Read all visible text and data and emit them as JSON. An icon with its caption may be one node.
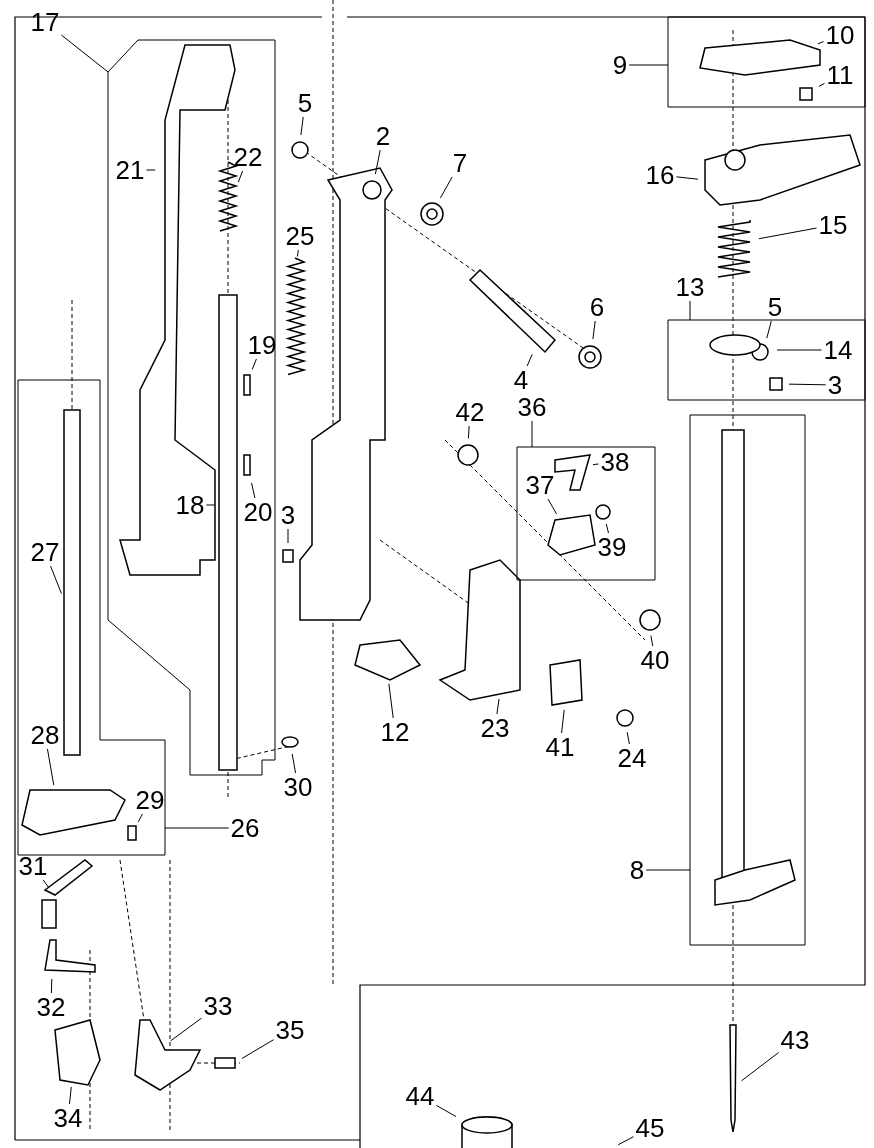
{
  "diagram": {
    "nodes": [
      {
        "text": [
          "17"
        ]
      },
      {
        "text": [],
        "shape": "box"
      },
      {
        "text": [
          "21"
        ],
        "in": 1
      },
      {
        "text": [
          "22"
        ],
        "in": 1
      },
      {
        "text": [
          "19"
        ],
        "in": 1
      },
      {
        "text": [
          "20"
        ],
        "in": 1
      },
      {
        "text": [
          "18"
        ],
        "in": 1
      },
      {
        "text": [
          "5"
        ]
      },
      {
        "text": [
          "2"
        ]
      },
      {
        "text": [
          "25"
        ]
      },
      {
        "text": [
          "7"
        ]
      },
      {
        "text": [
          "9"
        ]
      },
      {
        "text": [],
        "shape": "box"
      },
      {
        "text": [
          "10"
        ],
        "in": 12
      },
      {
        "text": [
          "11"
        ],
        "in": 12
      },
      {
        "text": [
          "16"
        ]
      },
      {
        "text": [
          "15"
        ]
      },
      {
        "text": [
          "13"
        ]
      },
      {
        "text": [],
        "shape": "box"
      },
      {
        "text": [
          "14"
        ],
        "in": 18
      },
      {
        "text": [
          "3"
        ],
        "in": 18
      },
      {
        "text": [
          "6"
        ]
      },
      {
        "text": [
          "5"
        ]
      },
      {
        "text": [
          "4"
        ]
      },
      {
        "text": [
          "3"
        ]
      },
      {
        "text": [
          "42"
        ]
      },
      {
        "text": [
          "36"
        ]
      },
      {
        "text": [],
        "shape": "box"
      },
      {
        "text": [
          "38"
        ],
        "in": 27
      },
      {
        "text": [
          "37"
        ],
        "in": 27
      },
      {
        "text": [
          "39"
        ],
        "in": 27
      },
      {
        "text": [
          "40"
        ]
      },
      {
        "text": [
          "12"
        ]
      },
      {
        "text": [
          "23"
        ]
      },
      {
        "text": [
          "41"
        ]
      },
      {
        "text": [
          "24"
        ]
      },
      {
        "text": [
          "30"
        ]
      },
      {
        "text": [
          "26"
        ]
      },
      {
        "text": [],
        "shape": "box"
      },
      {
        "text": [
          "27"
        ],
        "in": 38
      },
      {
        "text": [
          "28"
        ],
        "in": 38
      },
      {
        "text": [
          "29"
        ],
        "in": 38
      },
      {
        "text": [
          "8"
        ]
      },
      {
        "text": [],
        "shape": "box"
      },
      {
        "text": [
          "31"
        ]
      },
      {
        "text": [
          "32"
        ]
      },
      {
        "text": [
          "33"
        ]
      },
      {
        "text": [
          "35"
        ]
      },
      {
        "text": [
          "34"
        ]
      },
      {
        "text": [
          "43"
        ]
      },
      {
        "text": [
          "44"
        ]
      },
      {
        "text": [
          "45"
        ]
      }
    ],
    "edges": [
      {
        "from": 0,
        "to": 1,
        "arrow": "none"
      },
      {
        "from": 2,
        "to": null,
        "arrow": "none"
      },
      {
        "from": 3,
        "to": null,
        "arrow": "none"
      },
      {
        "from": 4,
        "to": null,
        "arrow": "none"
      },
      {
        "from": 5,
        "to": null,
        "arrow": "none"
      },
      {
        "from": 6,
        "to": null,
        "arrow": "none"
      },
      {
        "from": 7,
        "to": null,
        "arrow": "none"
      },
      {
        "from": 8,
        "to": null,
        "arrow": "none"
      },
      {
        "from": 9,
        "to": null,
        "arrow": "none"
      },
      {
        "from": 10,
        "to": null,
        "arrow": "none"
      },
      {
        "from": 11,
        "to": 12,
        "arrow": "none"
      },
      {
        "from": 13,
        "to": null,
        "arrow": "none"
      },
      {
        "from": 14,
        "to": null,
        "arrow": "none"
      },
      {
        "from": 15,
        "to": null,
        "arrow": "none"
      },
      {
        "from": 16,
        "to": null,
        "arrow": "none"
      },
      {
        "from": 17,
        "to": 18,
        "arrow": "none"
      },
      {
        "from": 19,
        "to": null,
        "arrow": "none"
      },
      {
        "from": 20,
        "to": null,
        "arrow": "none"
      },
      {
        "from": 21,
        "to": null,
        "arrow": "none"
      },
      {
        "from": 22,
        "to": null,
        "arrow": "none"
      },
      {
        "from": 23,
        "to": null,
        "arrow": "none"
      },
      {
        "from": 24,
        "to": null,
        "arrow": "none"
      },
      {
        "from": 25,
        "to": null,
        "arrow": "none"
      },
      {
        "from": 26,
        "to": 27,
        "arrow": "none"
      },
      {
        "from": 28,
        "to": null,
        "arrow": "none"
      },
      {
        "from": 29,
        "to": null,
        "arrow": "none"
      },
      {
        "from": 30,
        "to": null,
        "arrow": "none"
      },
      {
        "from": 31,
        "to": null,
        "arrow": "none"
      },
      {
        "from": 32,
        "to": null,
        "arrow": "none"
      },
      {
        "from": 33,
        "to": null,
        "arrow": "none"
      },
      {
        "from": 34,
        "to": null,
        "arrow": "none"
      },
      {
        "from": 35,
        "to": null,
        "arrow": "none"
      },
      {
        "from": 36,
        "to": null,
        "arrow": "none"
      },
      {
        "from": 37,
        "to": 38,
        "arrow": "none"
      },
      {
        "from": 39,
        "to": null,
        "arrow": "none"
      },
      {
        "from": 40,
        "to": null,
        "arrow": "none"
      },
      {
        "from": 41,
        "to": null,
        "arrow": "none"
      },
      {
        "from": 42,
        "to": 43,
        "arrow": "none"
      },
      {
        "from": 44,
        "to": null,
        "arrow": "none"
      },
      {
        "from": 45,
        "to": null,
        "arrow": "none"
      },
      {
        "from": 46,
        "to": null,
        "arrow": "none"
      },
      {
        "from": 47,
        "to": null,
        "arrow": "none"
      },
      {
        "from": 48,
        "to": null,
        "arrow": "none"
      },
      {
        "from": 49,
        "to": null,
        "arrow": "none"
      },
      {
        "from": 50,
        "to": null,
        "arrow": "none"
      },
      {
        "from": 51,
        "to": null,
        "arrow": "none"
      }
    ]
  }
}
